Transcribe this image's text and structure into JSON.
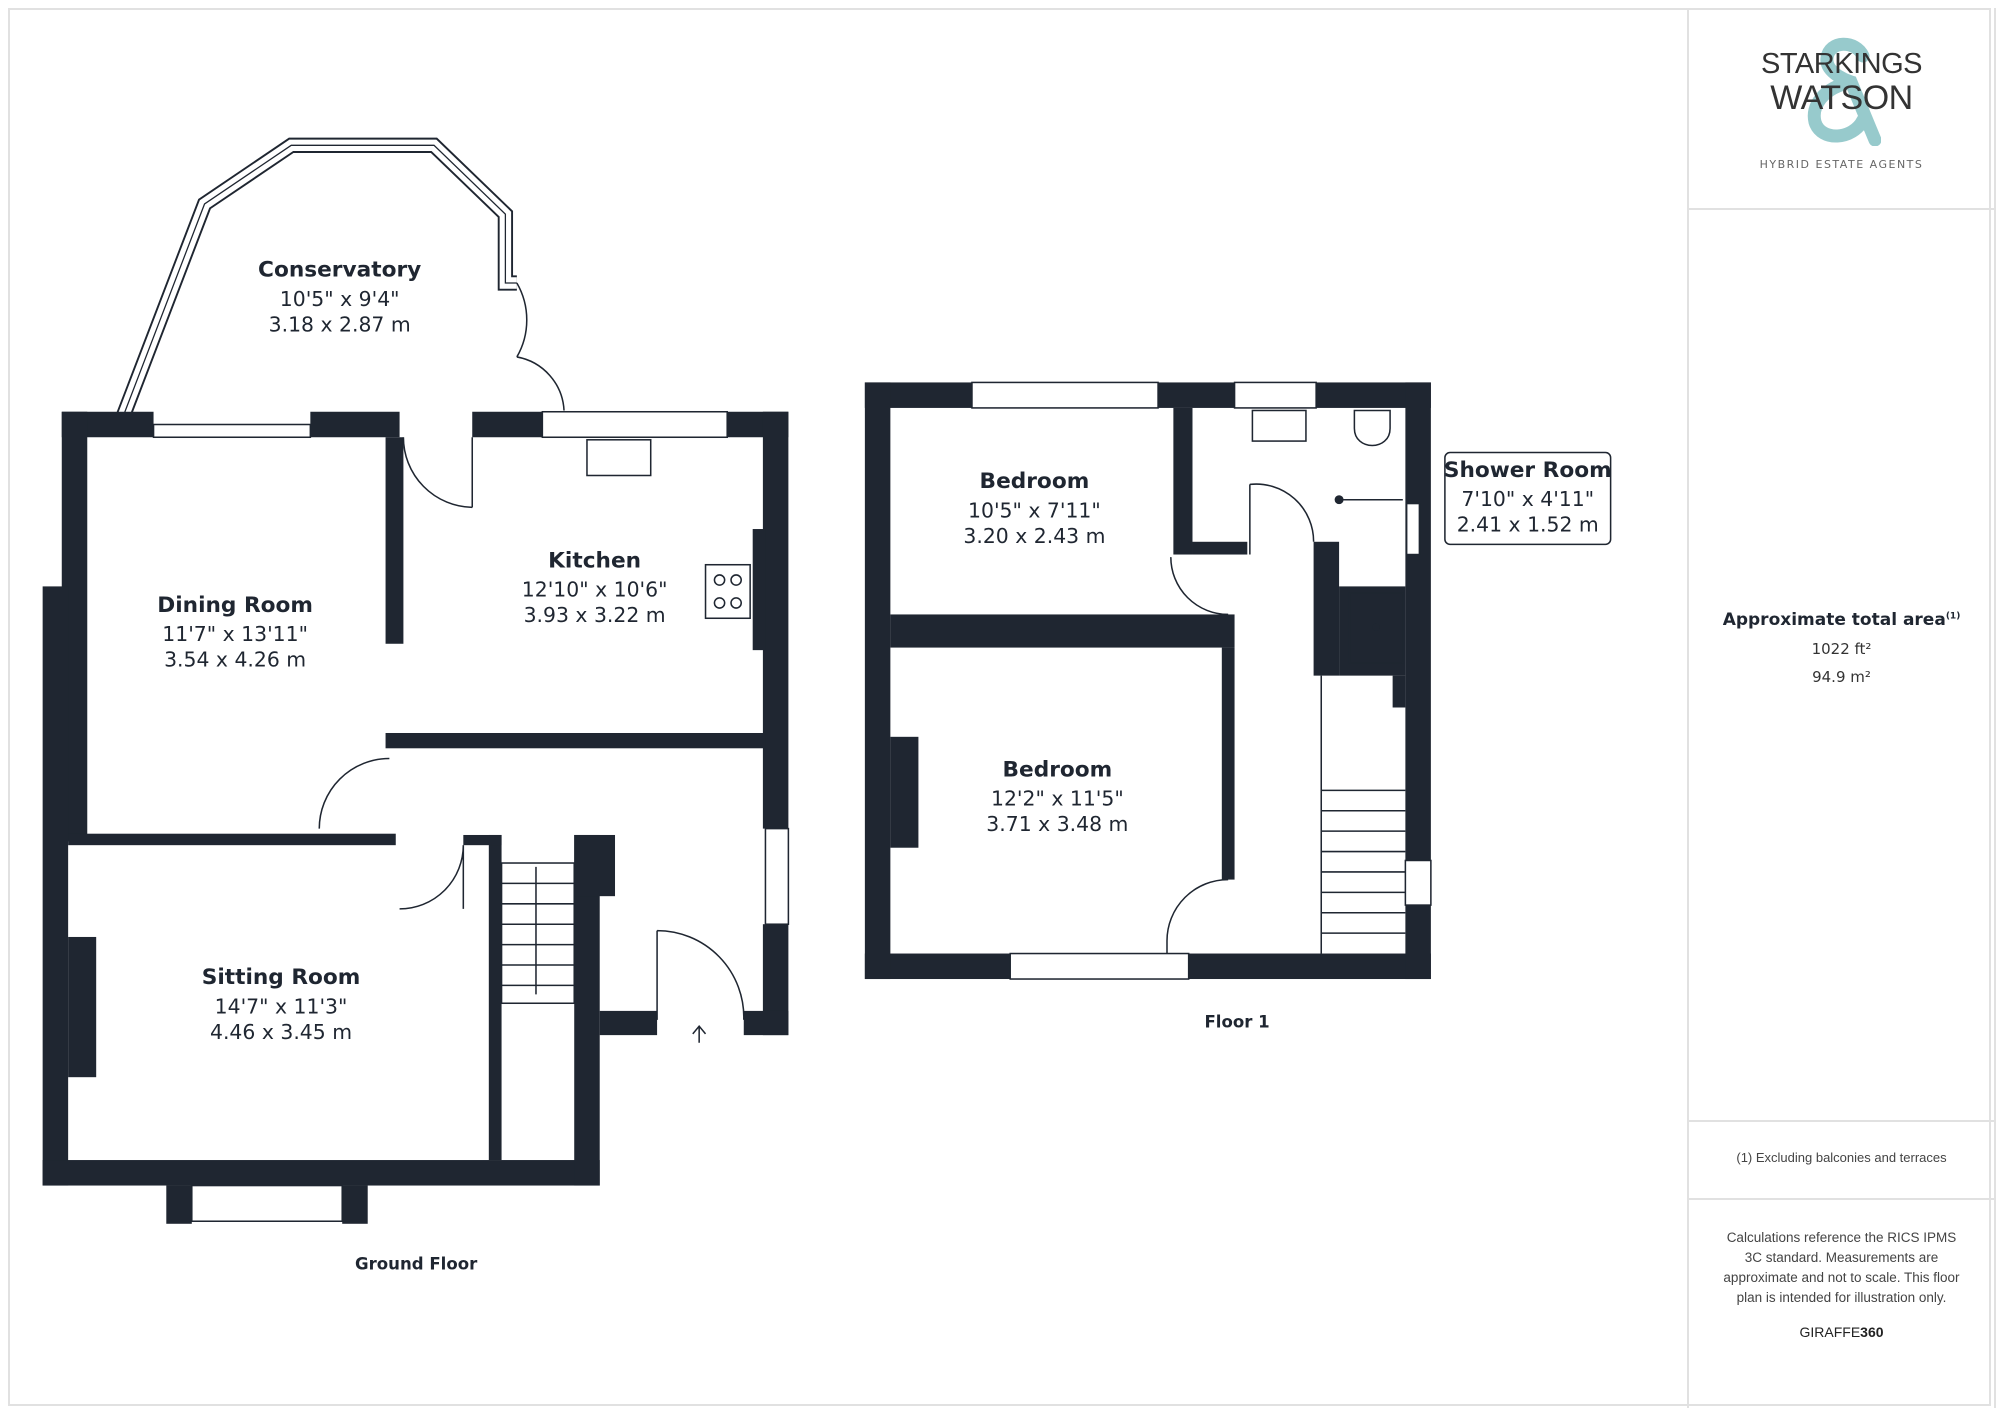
{
  "ground_floor": {
    "label": "Ground Floor",
    "rooms": [
      {
        "name": "Conservatory",
        "imperial": "10'5\" x 9'4\"",
        "metric": "3.18 x 2.87 m"
      },
      {
        "name": "Dining Room",
        "imperial": "11'7\" x 13'11\"",
        "metric": "3.54 x 4.26 m"
      },
      {
        "name": "Kitchen",
        "imperial": "12'10\" x 10'6\"",
        "metric": "3.93 x 3.22 m"
      },
      {
        "name": "Sitting Room",
        "imperial": "14'7\" x 11'3\"",
        "metric": "4.46 x 3.45 m"
      }
    ]
  },
  "floor_1": {
    "label": "Floor 1",
    "rooms": [
      {
        "name": "Bedroom",
        "imperial": "10'5\" x 7'11\"",
        "metric": "3.20 x 2.43 m"
      },
      {
        "name": "Bedroom",
        "imperial": "12'2\" x 11'5\"",
        "metric": "3.71 x 3.48 m"
      },
      {
        "name": "Shower Room",
        "imperial": "7'10\" x 4'11\"",
        "metric": "2.41 x 1.52 m"
      }
    ]
  },
  "brand": {
    "line1": "STARKINGS",
    "line2": "WATSON",
    "tagline": "HYBRID ESTATE AGENTS",
    "accent": "#8cc4c6"
  },
  "summary": {
    "title": "Approximate total area",
    "title_sup": "(1)",
    "area_ft": "1022 ft²",
    "area_m": "94.9 m²",
    "footnote": "(1) Excluding balconies and terraces",
    "disclaimer": "Calculations reference the RICS IPMS 3C standard. Measurements are approximate and not to scale. This floor plan is intended for illustration only.",
    "credit_a": "GIRAFFE",
    "credit_b": "360"
  },
  "colors": {
    "wall": "#1f2631"
  }
}
